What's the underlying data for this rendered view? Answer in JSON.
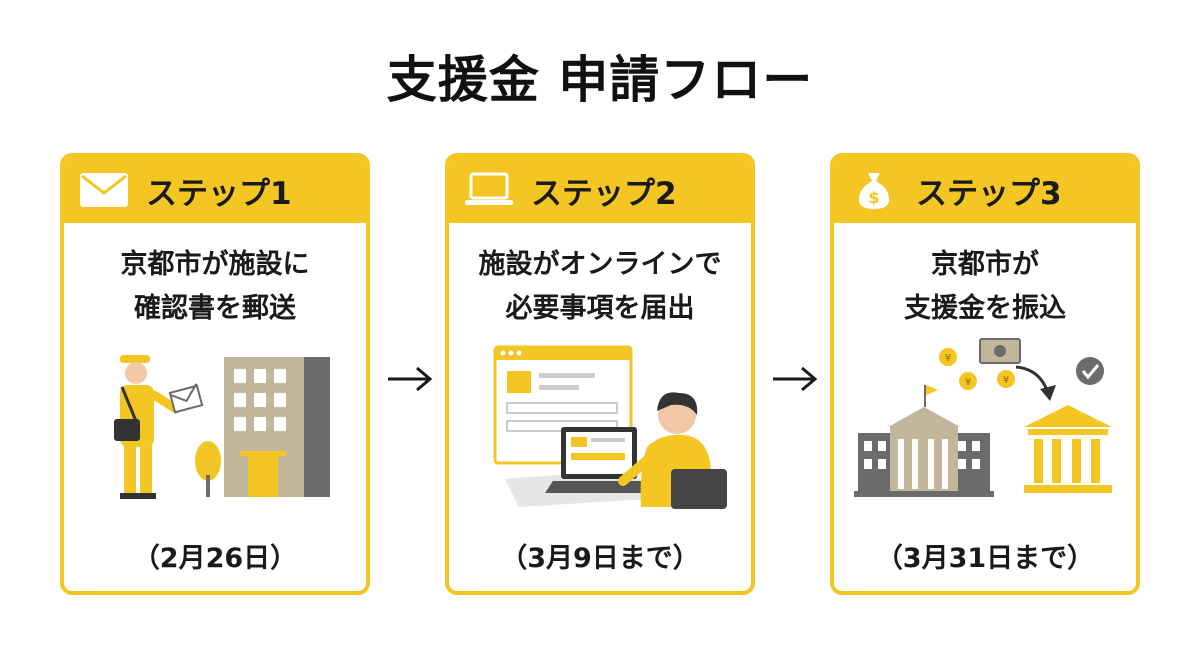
{
  "title": "支援金 申請フロー",
  "steps": [
    {
      "label": "ステップ1",
      "icon": "envelope-icon",
      "text_line1": "京都市が施設に",
      "text_line2": "確認書を郵送",
      "date": "（2月26日）"
    },
    {
      "label": "ステップ2",
      "icon": "laptop-icon",
      "text_line1": "施設がオンラインで",
      "text_line2": "必要事項を届出",
      "date": "（3月9日まで）"
    },
    {
      "label": "ステップ3",
      "icon": "money-bag-icon",
      "text_line1": "京都市が",
      "text_line2": "支援金を振込",
      "date": "（3月31日まで）"
    }
  ],
  "colors": {
    "accent": "#f3c623",
    "text": "#1a1a1a",
    "gray": "#6b6b6b",
    "tan": "#c2b69a"
  }
}
